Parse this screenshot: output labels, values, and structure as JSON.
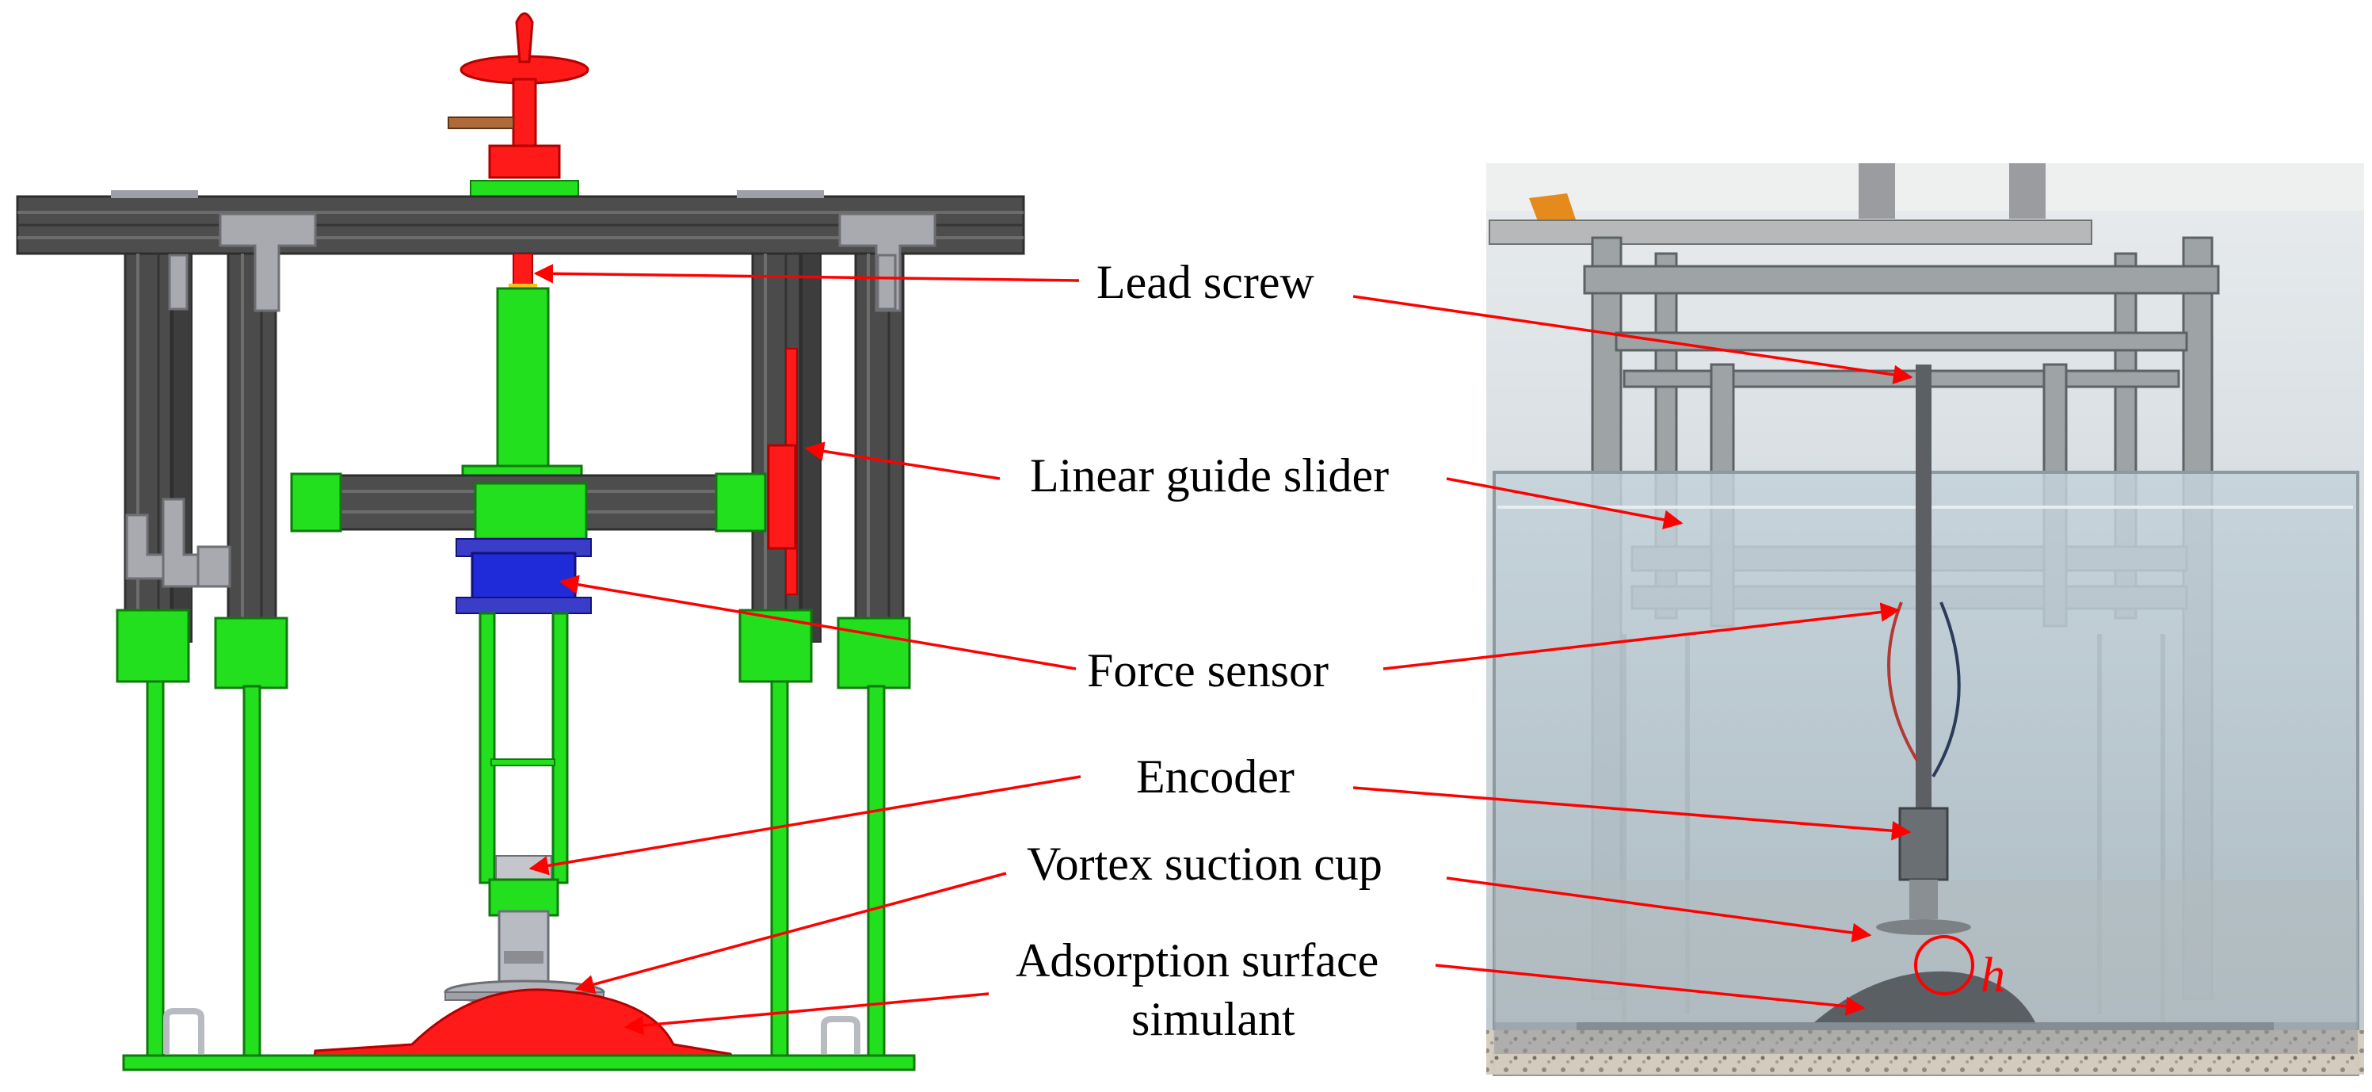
{
  "labels": {
    "lead_screw": "Lead screw",
    "linear_guide_slider": "Linear guide slider",
    "force_sensor": "Force sensor",
    "encoder": "Encoder",
    "vortex_suction_cup": "Vortex suction cup",
    "adsorption_line1": "Adsorption surface",
    "adsorption_line2": "simulant",
    "h_symbol": "h"
  },
  "colors": {
    "frame_gray": "#4d4d4d",
    "frame_edge": "#2e2e2e",
    "green_part": "#22e01e",
    "red_part": "#ff1a1a",
    "blue_sensor": "#1f2bd8",
    "arrow_red": "#ff0000",
    "bracket_gray": "#a9aab0",
    "tank_water": "#b9c6cf",
    "floor": "#d9cfc2"
  }
}
